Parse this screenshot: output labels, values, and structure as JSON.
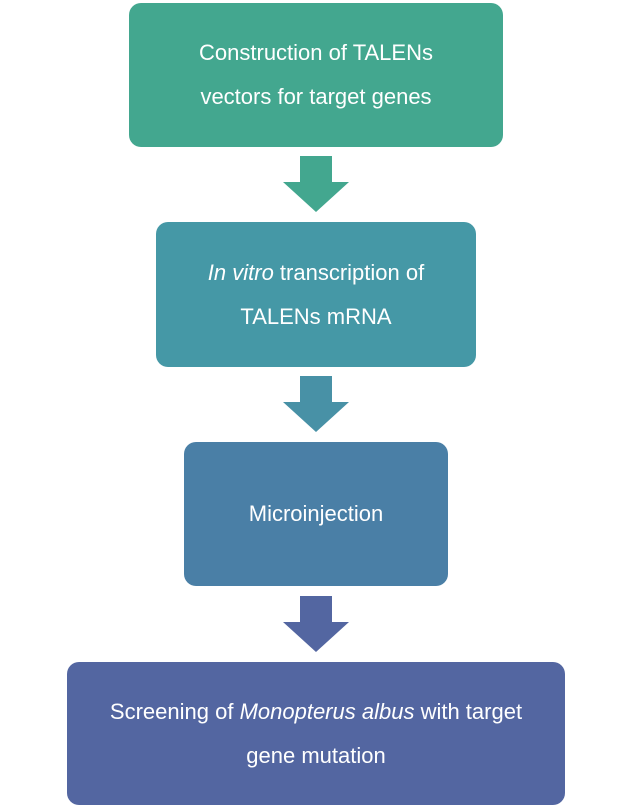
{
  "diagram": {
    "steps": [
      {
        "line1": "Construction of TALENs",
        "line2": "vectors for target genes",
        "color": "#43a78f"
      },
      {
        "italic": "In vitro",
        "line1_rest": " transcription of",
        "line2": "TALENs mRNA",
        "color": "#4598a6"
      },
      {
        "label": "Microinjection",
        "color": "#4a7fa6"
      },
      {
        "prefix": "Screening of ",
        "italic": "Monopterus albus",
        "suffix": " with target",
        "line2": "gene mutation",
        "color": "#5366a1"
      }
    ],
    "arrows": [
      {
        "color": "#43a78f"
      },
      {
        "color": "#4891a6"
      },
      {
        "color": "#5366a1"
      }
    ]
  }
}
